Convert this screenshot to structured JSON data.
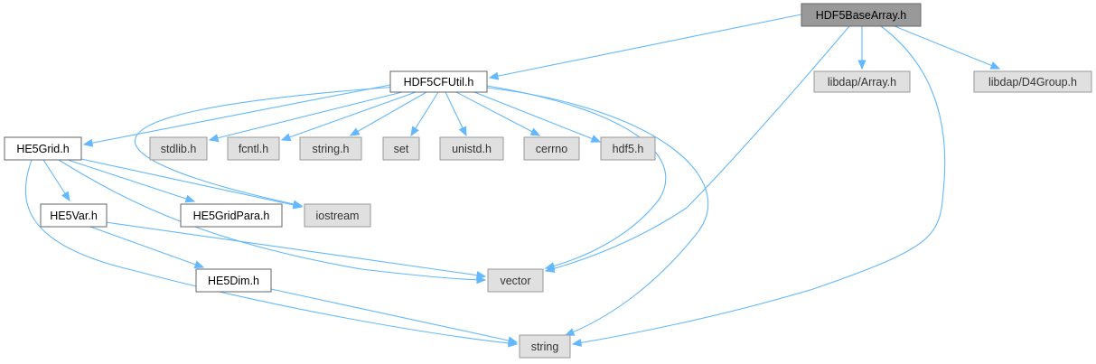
{
  "diagram": {
    "nodes": [
      {
        "id": "hdf5basearray",
        "label": "HDF5BaseArray.h",
        "kind": "root"
      },
      {
        "id": "hdf5cfutil",
        "label": "HDF5CFUtil.h",
        "kind": "plain"
      },
      {
        "id": "libdap_array",
        "label": "libdap/Array.h",
        "kind": "external"
      },
      {
        "id": "libdap_d4group",
        "label": "libdap/D4Group.h",
        "kind": "external"
      },
      {
        "id": "he5grid",
        "label": "HE5Grid.h",
        "kind": "plain"
      },
      {
        "id": "stdlib",
        "label": "stdlib.h",
        "kind": "external"
      },
      {
        "id": "fcntl",
        "label": "fcntl.h",
        "kind": "external"
      },
      {
        "id": "string_h",
        "label": "string.h",
        "kind": "external"
      },
      {
        "id": "set",
        "label": "set",
        "kind": "external"
      },
      {
        "id": "unistd",
        "label": "unistd.h",
        "kind": "external"
      },
      {
        "id": "cerrno",
        "label": "cerrno",
        "kind": "external"
      },
      {
        "id": "hdf5",
        "label": "hdf5.h",
        "kind": "external"
      },
      {
        "id": "he5var",
        "label": "HE5Var.h",
        "kind": "plain"
      },
      {
        "id": "he5gridpara",
        "label": "HE5GridPara.h",
        "kind": "plain"
      },
      {
        "id": "iostream",
        "label": "iostream",
        "kind": "external"
      },
      {
        "id": "vector",
        "label": "vector",
        "kind": "external"
      },
      {
        "id": "he5dim",
        "label": "HE5Dim.h",
        "kind": "plain"
      },
      {
        "id": "string",
        "label": "string",
        "kind": "external"
      }
    ],
    "edges": [
      {
        "from": "hdf5basearray",
        "to": "hdf5cfutil"
      },
      {
        "from": "hdf5basearray",
        "to": "libdap_array"
      },
      {
        "from": "hdf5basearray",
        "to": "libdap_d4group"
      },
      {
        "from": "hdf5basearray",
        "to": "vector"
      },
      {
        "from": "hdf5basearray",
        "to": "string"
      },
      {
        "from": "hdf5cfutil",
        "to": "he5grid"
      },
      {
        "from": "hdf5cfutil",
        "to": "stdlib"
      },
      {
        "from": "hdf5cfutil",
        "to": "fcntl"
      },
      {
        "from": "hdf5cfutil",
        "to": "string_h"
      },
      {
        "from": "hdf5cfutil",
        "to": "set"
      },
      {
        "from": "hdf5cfutil",
        "to": "unistd"
      },
      {
        "from": "hdf5cfutil",
        "to": "cerrno"
      },
      {
        "from": "hdf5cfutil",
        "to": "hdf5"
      },
      {
        "from": "hdf5cfutil",
        "to": "iostream"
      },
      {
        "from": "hdf5cfutil",
        "to": "vector"
      },
      {
        "from": "hdf5cfutil",
        "to": "string"
      },
      {
        "from": "he5grid",
        "to": "he5var"
      },
      {
        "from": "he5grid",
        "to": "he5gridpara"
      },
      {
        "from": "he5grid",
        "to": "iostream"
      },
      {
        "from": "he5grid",
        "to": "vector"
      },
      {
        "from": "he5grid",
        "to": "string"
      },
      {
        "from": "he5var",
        "to": "he5dim"
      },
      {
        "from": "he5var",
        "to": "vector"
      },
      {
        "from": "he5dim",
        "to": "string"
      }
    ]
  }
}
